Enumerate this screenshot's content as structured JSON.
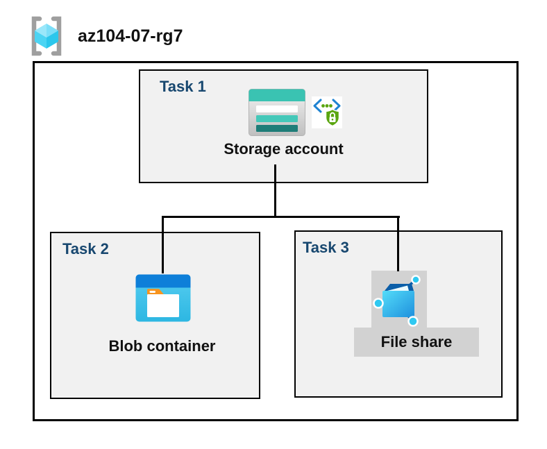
{
  "resource_group": {
    "name": "az104-07-rg7",
    "icon": "resource-group-icon"
  },
  "tasks": [
    {
      "label": "Task 1",
      "resource": "Storage account",
      "icons": [
        "storage-account-icon",
        "secure-access-badge-icon"
      ]
    },
    {
      "label": "Task 2",
      "resource": "Blob container",
      "icons": [
        "blob-container-icon"
      ]
    },
    {
      "label": "Task 3",
      "resource": "File share",
      "icons": [
        "file-share-icon"
      ]
    }
  ],
  "connections": [
    {
      "from": "Storage account",
      "to": "Blob container"
    },
    {
      "from": "Storage account",
      "to": "File share"
    }
  ],
  "colors": {
    "task_label_blue": "#17476f",
    "box_fill_gray": "#f1f1f1",
    "icon_plate_gray": "#d2d2d2",
    "border_black": "#000000",
    "storage_teal": "#3ac3b2",
    "storage_teal_dark": "#1e7d78",
    "azure_band_blue": "#0e7fd9",
    "blob_cyan": "#3fc2e8",
    "badge_bracket_blue": "#1e83d2",
    "badge_shield_green": "#5aa510",
    "fileshare_node_cyan": "#2fc9f1",
    "fileshare_link_blue": "#0b5ea8",
    "bracket_gray": "#9f9f9f"
  }
}
